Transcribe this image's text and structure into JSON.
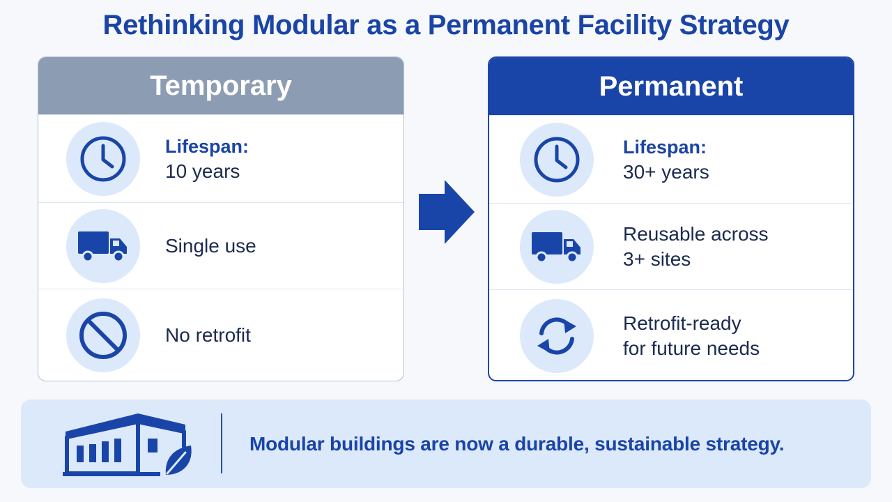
{
  "title": "Rethinking Modular as a Permanent Facility Strategy",
  "temporary": {
    "header": "Temporary",
    "rows": [
      {
        "icon": "clock-icon",
        "label": "Lifespan:",
        "text": "10 years"
      },
      {
        "icon": "truck-icon",
        "text": "Single use"
      },
      {
        "icon": "prohibited-icon",
        "text": "No retrofit"
      }
    ]
  },
  "permanent": {
    "header": "Permanent",
    "rows": [
      {
        "icon": "clock-icon",
        "label": "Lifespan:",
        "text": "30+ years"
      },
      {
        "icon": "truck-icon",
        "line1": "Reusable across",
        "line2": "3+ sites"
      },
      {
        "icon": "refresh-icon",
        "line1": "Retrofit-ready",
        "line2": "for future needs"
      }
    ]
  },
  "banner": {
    "icon": "modular-building-leaf-icon",
    "text": "Modular buildings are now a durable, sustainable strategy."
  },
  "colors": {
    "primary": "#1a45a8",
    "temporary_header": "#8c9db3",
    "icon_background": "#dce9fb",
    "banner_background": "#dce9fb"
  }
}
